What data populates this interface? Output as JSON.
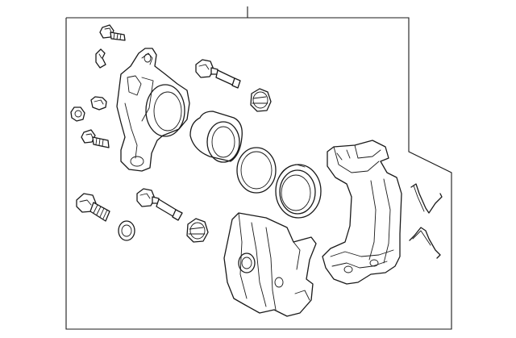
{
  "diagram": {
    "colors": {
      "line": "#1a1a1a",
      "background": "#ffffff"
    },
    "parts": [
      "caliper-assembly-frame",
      "caliper-housing",
      "piston",
      "piston-seal",
      "dust-boot",
      "guide-pin-bolt-upper",
      "guide-pin-bolt-lower",
      "guide-pin-boot-upper",
      "guide-pin-boot-lower",
      "mounting-bolt",
      "washer",
      "bleeder-screw",
      "bleeder-cap",
      "small-bolt-upper",
      "small-bolt-lower",
      "clip",
      "caliper-bracket",
      "brake-pad",
      "anti-rattle-spring-upper",
      "anti-rattle-spring-lower"
    ]
  }
}
